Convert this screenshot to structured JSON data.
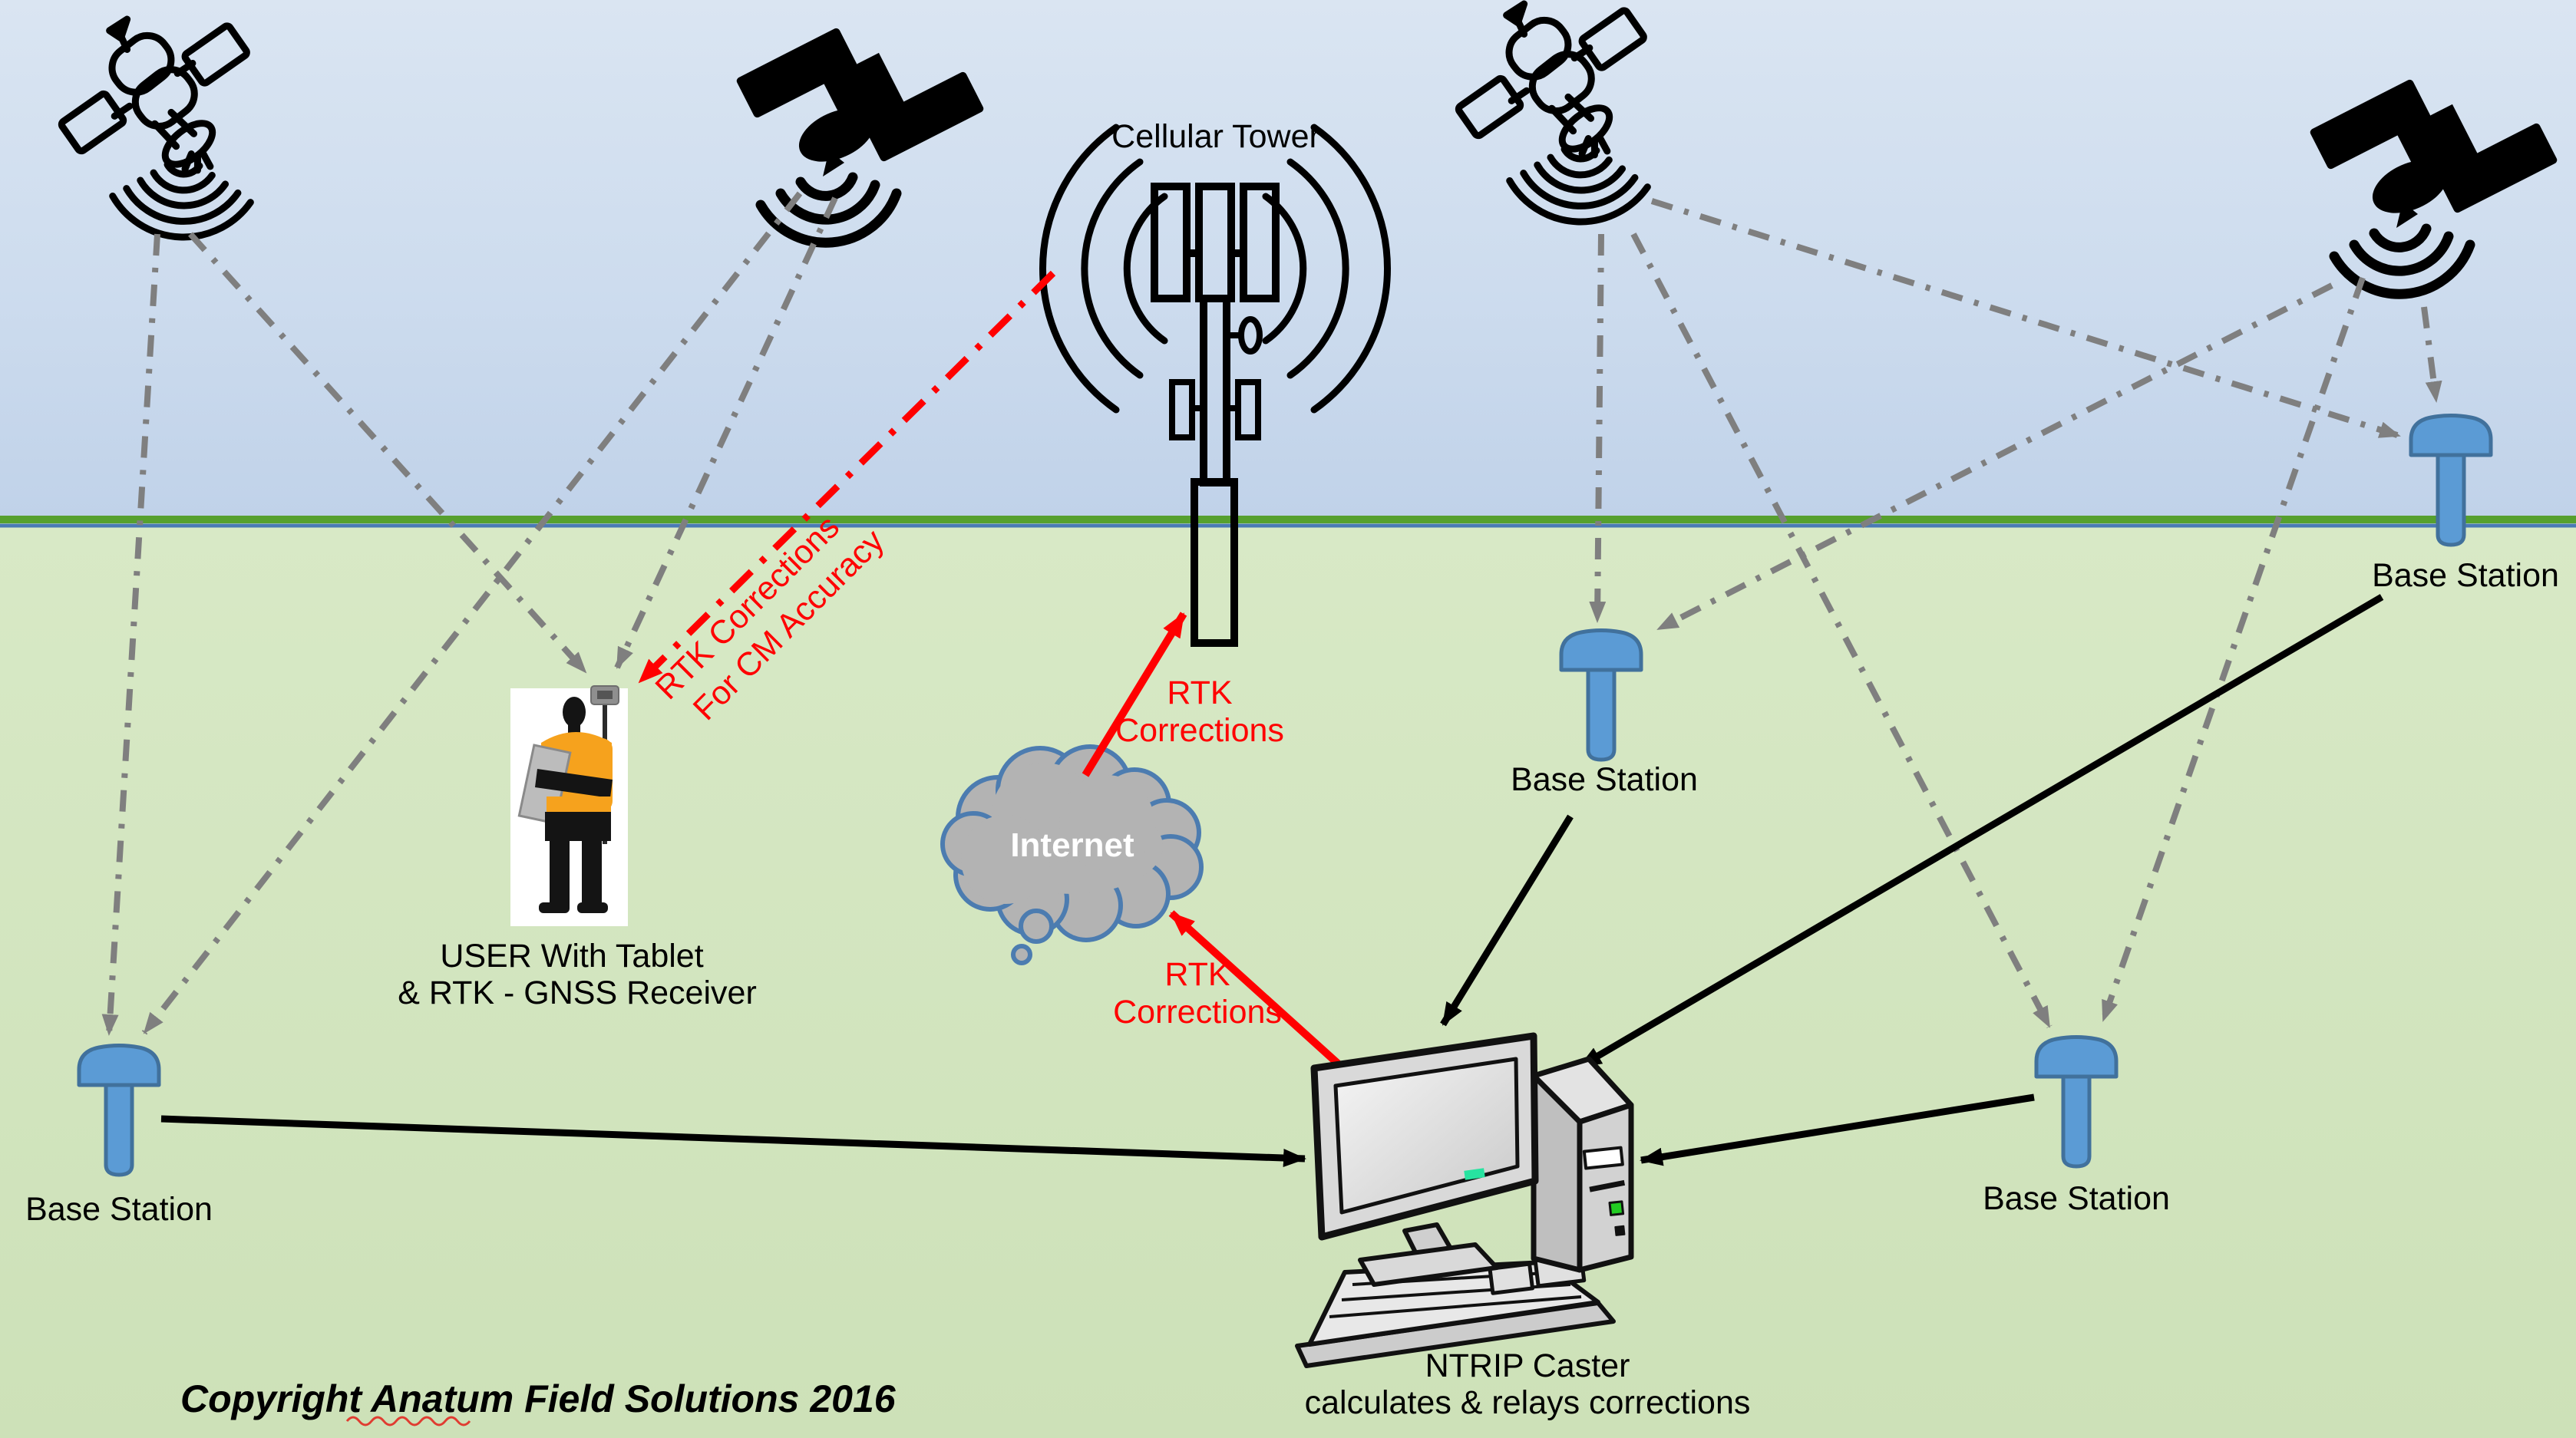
{
  "nodes": {
    "cellular_tower": {
      "label": "Cellular Tower"
    },
    "user": {
      "label_line1": "USER With Tablet",
      "label_line2": "& RTK - GNSS Receiver"
    },
    "internet": {
      "label": "Internet"
    },
    "base_station": {
      "label": "Base Station",
      "count": 4
    },
    "ntrip_caster": {
      "label_line1": "NTRIP Caster",
      "label_line2": "calculates & relays corrections"
    },
    "satellites": {
      "count": 4
    }
  },
  "edges": {
    "tower_to_user": {
      "label_line1": "RTK Corrections",
      "label_line2": "For CM Accuracy"
    },
    "cloud_to_tower": {
      "label_line1": "RTK",
      "label_line2": "Corrections"
    },
    "caster_to_cloud": {
      "label_line1": "RTK",
      "label_line2": "Corrections"
    }
  },
  "footer": {
    "copyright_prefix": "Copyright ",
    "copyright_name": "Anatum",
    "copyright_suffix": " Field Solutions 2016"
  },
  "icons": [
    "satellite-outline-icon",
    "satellite-solid-icon",
    "cellular-tower-icon",
    "base-station-antenna-icon",
    "internet-cloud-icon",
    "ntrip-caster-computer-icon",
    "field-user-icon"
  ],
  "colors": {
    "sky_top": "#d9e4f2",
    "sky_bottom": "#c2d4ea",
    "ground_top": "#d8e9c6",
    "ground_bottom": "#cde1b8",
    "horizon_green": "#56a02e",
    "horizon_blue": "#4a7ab5",
    "correction_red": "#ff0000",
    "signal_gray": "#7f7f7f",
    "link_black": "#000000",
    "base_station_fill": "#5b9bd5",
    "base_station_stroke": "#41719c",
    "cloud_fill": "#b3b3b3",
    "cloud_stroke": "#4c7cb0",
    "vest_orange": "#f6a21d"
  }
}
